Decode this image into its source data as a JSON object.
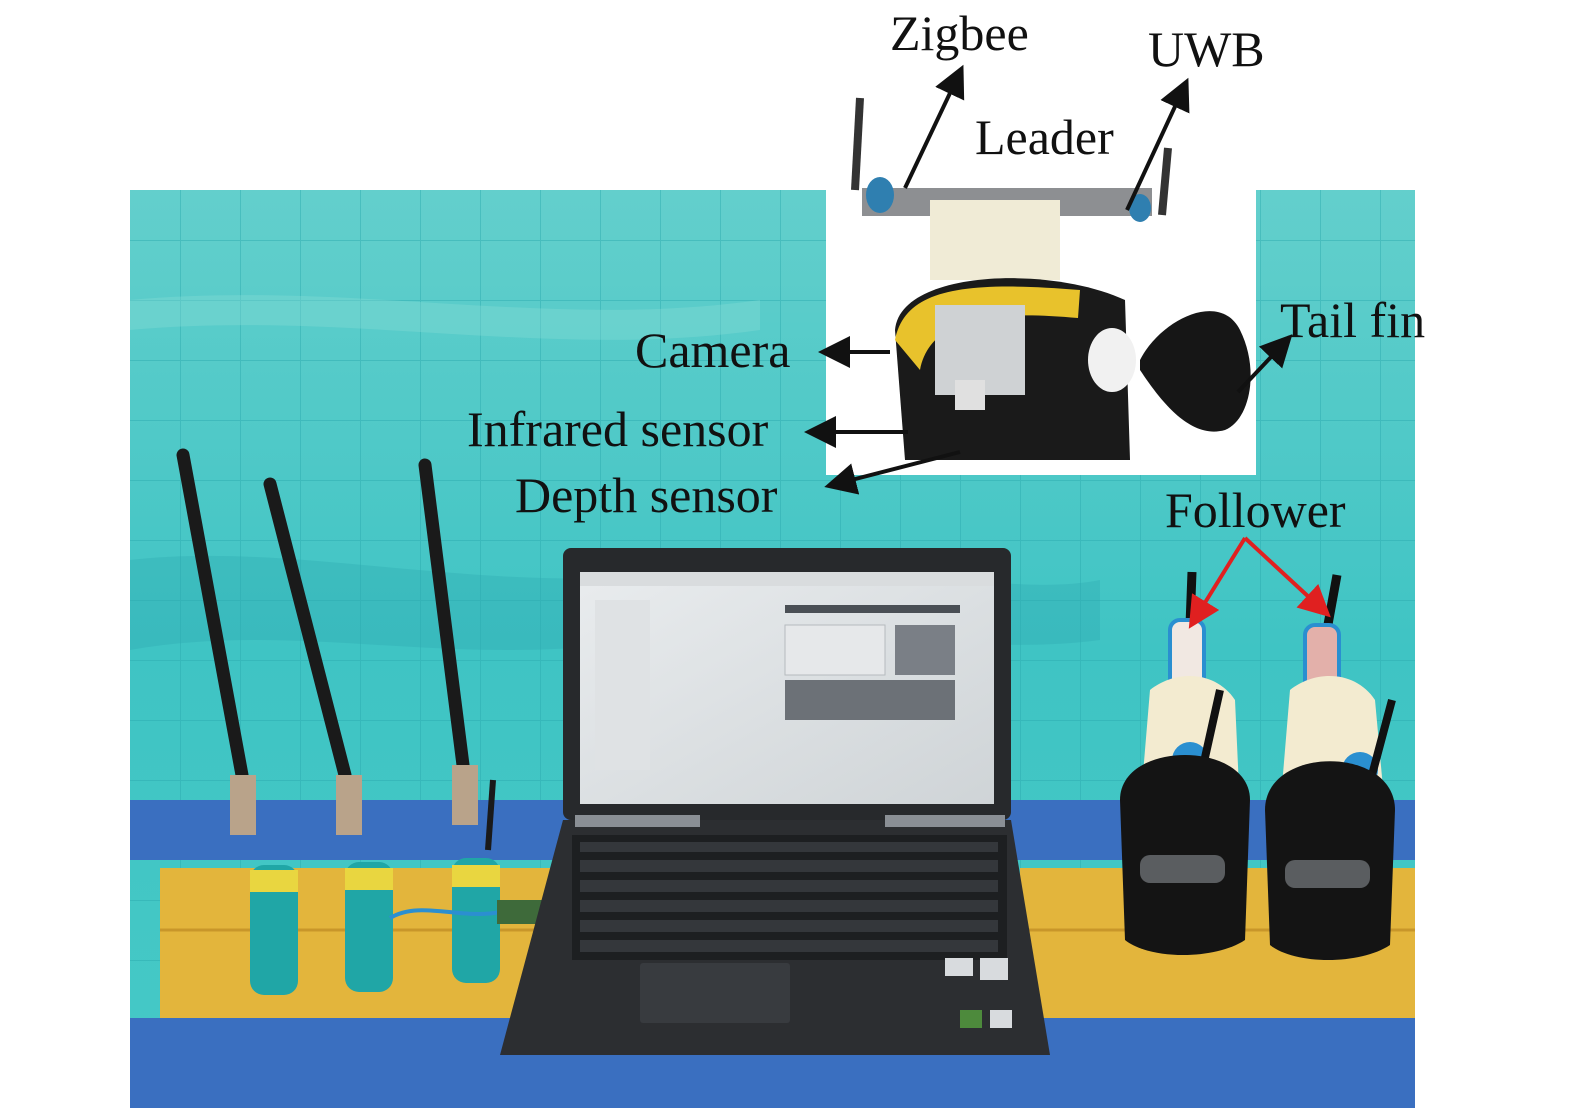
{
  "labels": {
    "zigbee": "Zigbee",
    "uwb": "UWB",
    "leader": "Leader",
    "camera": "Camera",
    "infrared_sensor": "Infrared sensor",
    "depth_sensor": "Depth sensor",
    "tail_fin": "Tail fin",
    "follower": "Follower"
  },
  "colors": {
    "pool_water": "#3fc4c4",
    "table_blue": "#3a6fc0",
    "table_yellow": "#e3b53c",
    "arrow_black": "#111111",
    "arrow_red": "#e02020"
  }
}
